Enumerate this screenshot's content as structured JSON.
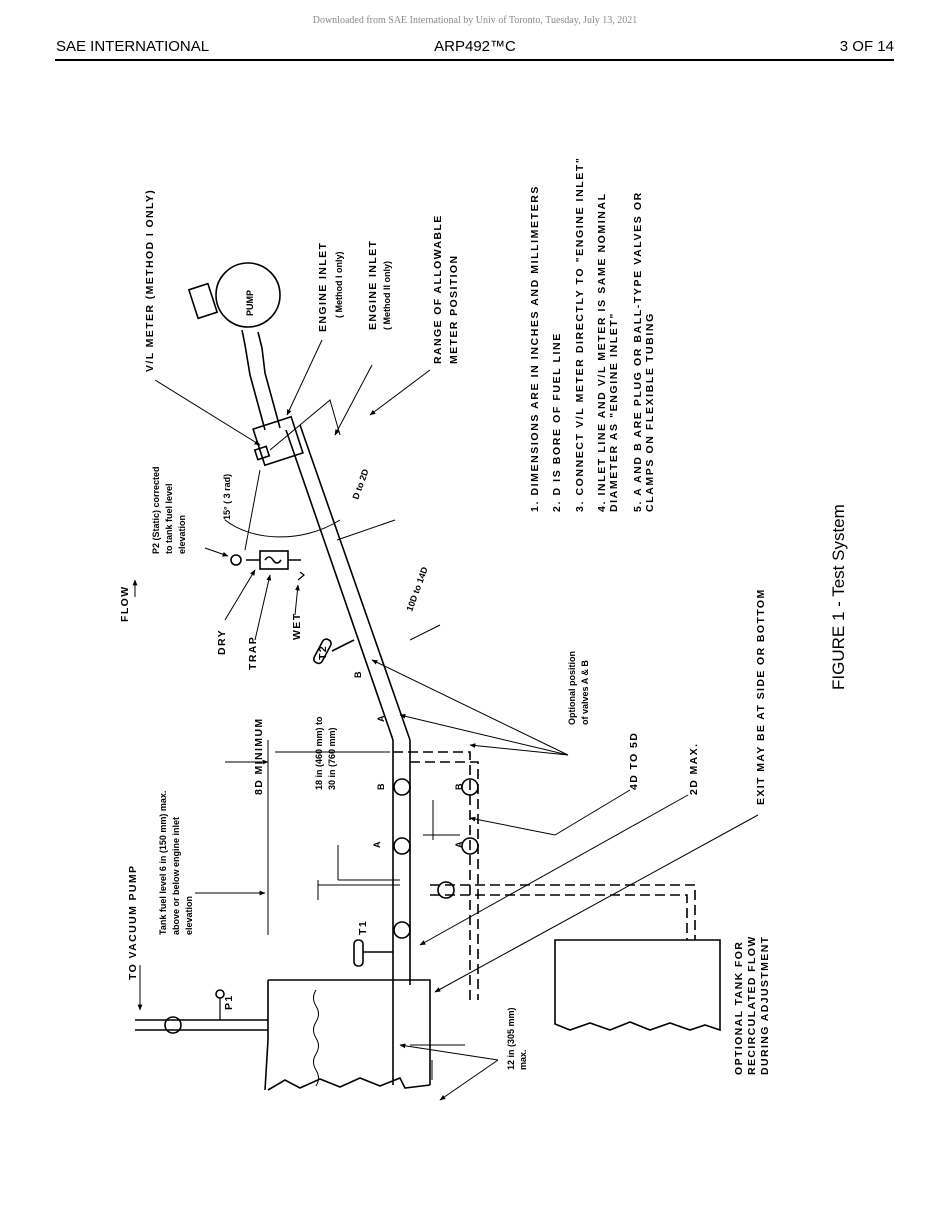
{
  "watermark": "Downloaded from SAE International by Univ of Toronto, Tuesday, July 13, 2021",
  "header": {
    "left": "SAE INTERNATIONAL",
    "center": "ARP492™C",
    "right": "3 OF 14"
  },
  "figure": {
    "caption": "FIGURE 1 - Test System",
    "labels": {
      "vl_meter": "V/L METER  (METHOD I ONLY)",
      "pump": "PUMP",
      "engine_inlet_1": "ENGINE INLET",
      "engine_inlet_1_sub": "( Method I only)",
      "engine_inlet_2": "ENGINE INLET",
      "engine_inlet_2_sub": "( Method II only)",
      "range_1": "RANGE OF ALLOWABLE",
      "range_2": "METER POSITION",
      "p2_1": "P2  (Static) corrected",
      "p2_2": "to tank fuel level",
      "p2_3": "elevation",
      "angle": "15° ( 3 rad)",
      "d_2d": "D to 2D",
      "d10_14": "10D to 14D",
      "flow": "FLOW",
      "dry": "DRY",
      "trap": "TRAP",
      "wet": "WET",
      "t2": "T2",
      "b_upper": "B",
      "a_upper": "A",
      "optional_1": "Optional position",
      "optional_2": "of valves A & B",
      "eight_d": "8D MINIMUM",
      "eighteen_1": "18 in (460 mm) to",
      "eighteen_2": "30 in (760 mm)",
      "b_mid": "B",
      "a_mid": "A",
      "b_low": "B",
      "a_low": "A",
      "four_d": "4D TO 5D",
      "two_d": "2D MAX.",
      "exit": "EXIT MAY BE AT SIDE OR BOTTOM",
      "vacuum": "TO VACUUM PUMP",
      "tank_1": "Tank fuel level 6 in  (150  mm) max.",
      "tank_2": "above or below engine inlet",
      "tank_3": "elevation",
      "t1": "T1",
      "p1": "P1",
      "twelve_1": "12 in (305 mm)",
      "twelve_2": "max.",
      "opt_tank_1": "OPTIONAL TANK FOR",
      "opt_tank_2": "RECIRCULATED FLOW",
      "opt_tank_3": "DURING ADJUSTMENT"
    },
    "notes": [
      "1.   DIMENSIONS ARE IN INCHES AND MILLIMETERS",
      "2.   D IS BORE OF FUEL LINE",
      "3.   CONNECT V/L METER DIRECTLY TO \"ENGINE INLET\"",
      "4.   INLET LINE AND V/L METER IS SAME NOMINAL",
      "      DIAMETER AS \"ENGINE INLET\"",
      "5.   A  AND  B  ARE PLUG OR BALL-TYPE VALVES OR",
      "      CLAMPS ON FLEXIBLE TUBING"
    ]
  }
}
